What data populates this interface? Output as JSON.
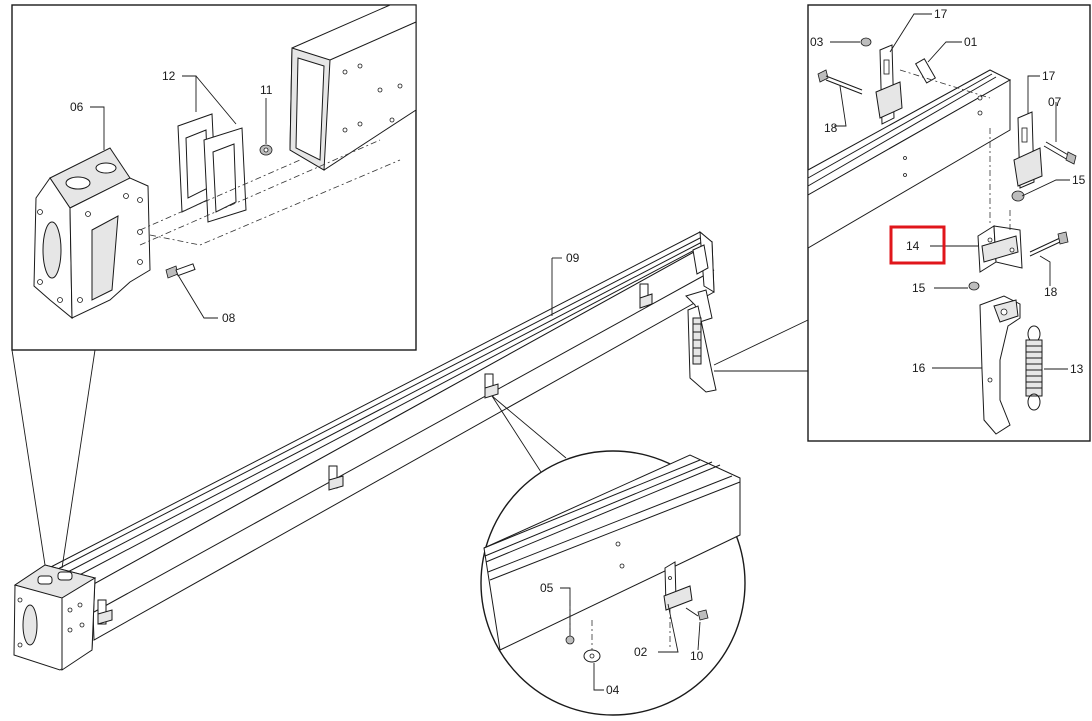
{
  "diagram": {
    "highlight_color": "#e0161b",
    "highlighted_part": "14",
    "parts": [
      {
        "id": "p06",
        "label": "06"
      },
      {
        "id": "p12",
        "label": "12"
      },
      {
        "id": "p11",
        "label": "11"
      },
      {
        "id": "p08",
        "label": "08"
      },
      {
        "id": "p09",
        "label": "09"
      },
      {
        "id": "p03",
        "label": "03"
      },
      {
        "id": "p17a",
        "label": "17"
      },
      {
        "id": "p01",
        "label": "01"
      },
      {
        "id": "p17b",
        "label": "17"
      },
      {
        "id": "p07",
        "label": "07"
      },
      {
        "id": "p18a",
        "label": "18"
      },
      {
        "id": "p15a",
        "label": "15"
      },
      {
        "id": "p14",
        "label": "14"
      },
      {
        "id": "p15b",
        "label": "15"
      },
      {
        "id": "p18b",
        "label": "18"
      },
      {
        "id": "p16",
        "label": "16"
      },
      {
        "id": "p13",
        "label": "13"
      },
      {
        "id": "p05",
        "label": "05"
      },
      {
        "id": "p02",
        "label": "02"
      },
      {
        "id": "p10",
        "label": "10"
      },
      {
        "id": "p04",
        "label": "04"
      }
    ]
  }
}
